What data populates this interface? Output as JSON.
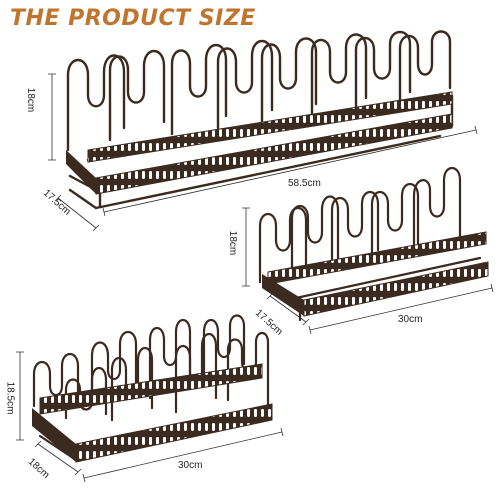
{
  "title": "THE PRODUCT SIZE",
  "colors": {
    "title": "#c0752f",
    "rack": "#3b2a20",
    "dimension_line": "#333333"
  },
  "racks": [
    {
      "height": "18cm",
      "depth": "17.5cm",
      "length": "58.5cm"
    },
    {
      "height": "18cm",
      "depth": "17.5cm",
      "length": "30cm"
    },
    {
      "height": "18.5cm",
      "depth": "18cm",
      "length": "30cm"
    }
  ]
}
